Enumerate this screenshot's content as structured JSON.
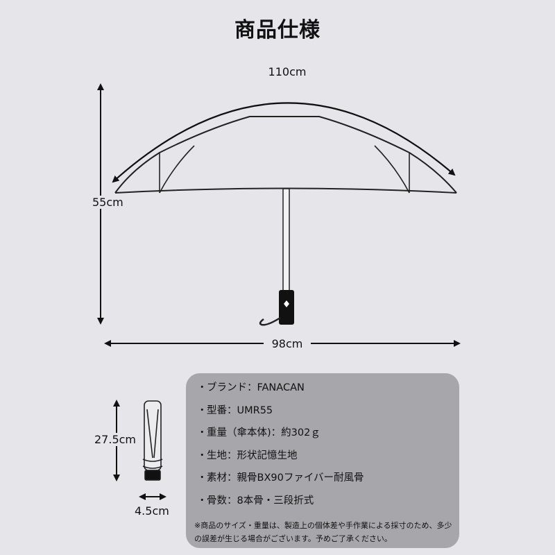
{
  "title": "商品仕様",
  "dimensions": {
    "open_width": "110cm",
    "open_height": "55cm",
    "span": "98cm",
    "folded_length": "27.5cm",
    "folded_diameter": "4.5cm"
  },
  "specs": {
    "bullet": "・",
    "items": [
      "ブランド：FANACAN",
      "型番：UMR55",
      "重量（傘本体)：約302ｇ",
      "生地：形状記憶生地",
      "素材：親骨BX90ファイバー耐風骨",
      "骨数：8本骨・三段折式"
    ],
    "note": "※商品のサイズ・重量は、製造上の個体差や手作業による採寸のため、多少の誤差が生じる場合がございます。予めご了承ください。"
  },
  "colors": {
    "background": "#e5e5ea",
    "spec_box": "#a7a7ab",
    "line": "#111111"
  }
}
